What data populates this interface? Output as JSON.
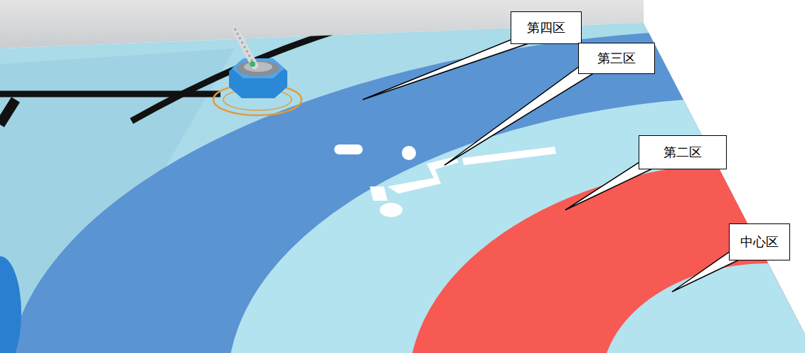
{
  "diagram": {
    "nodes": [
      {
        "text": [
          "第四区"
        ]
      },
      {
        "text": [
          "第三区"
        ]
      },
      {
        "text": [
          "第二区"
        ]
      },
      {
        "text": [
          "中心区"
        ]
      }
    ]
  }
}
